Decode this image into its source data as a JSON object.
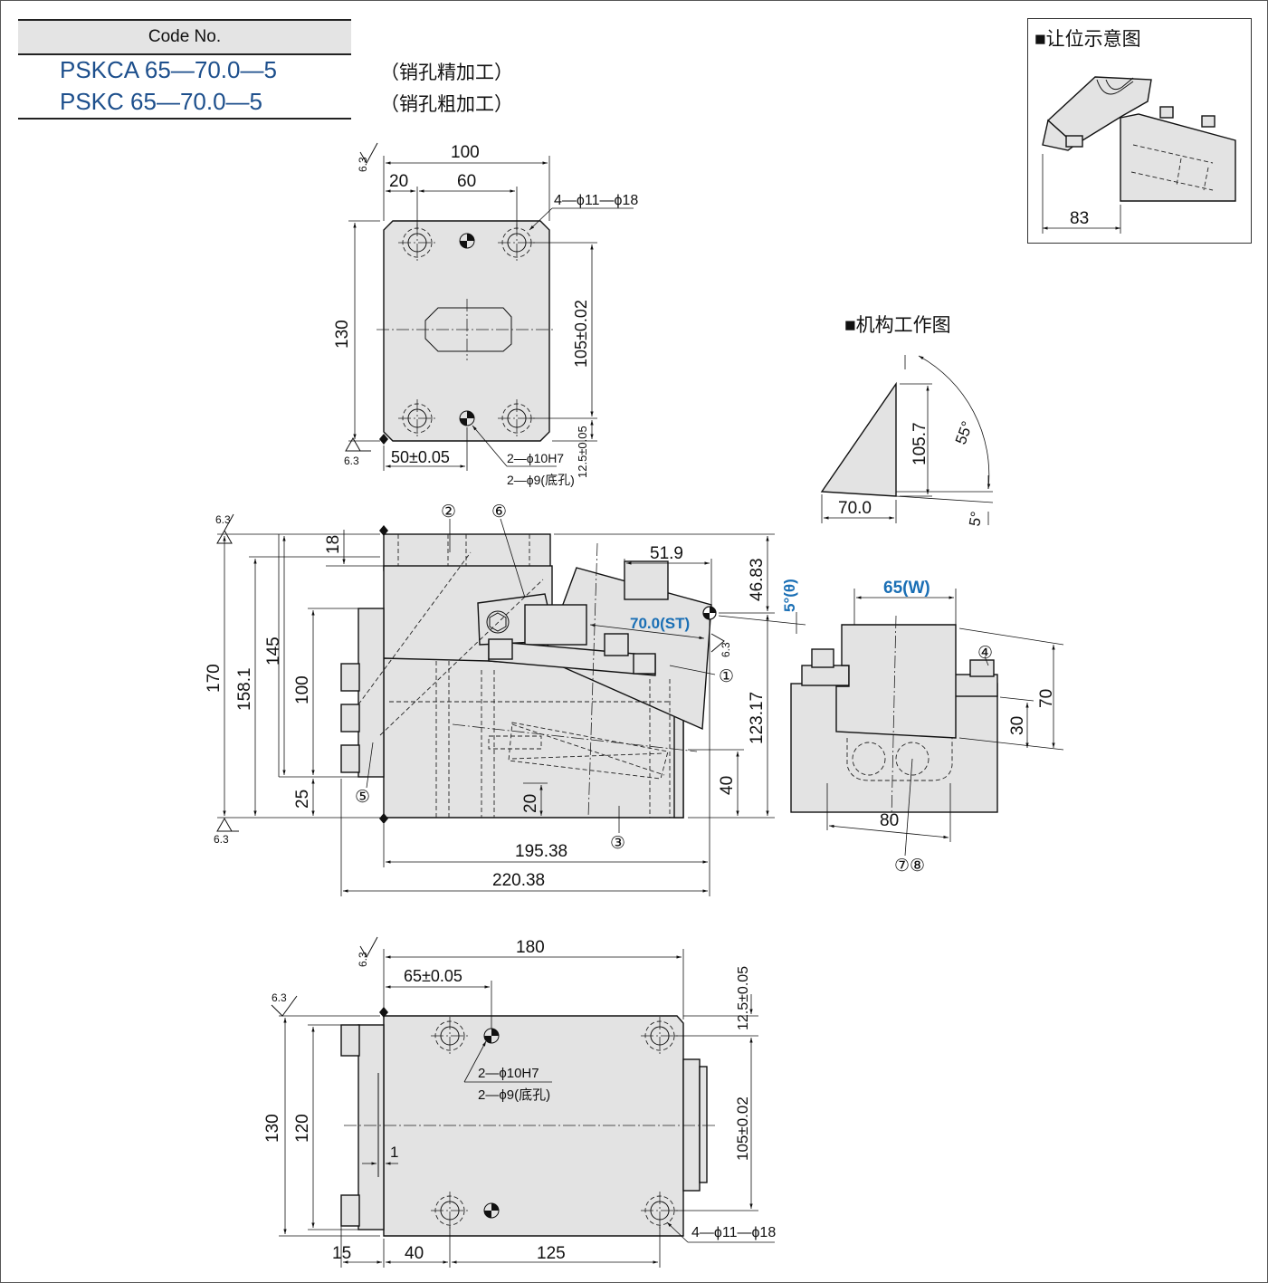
{
  "code_table": {
    "header": "Code No.",
    "rows": [
      {
        "code": "PSKCA 65—70.0—5",
        "note": "（销孔精加工）"
      },
      {
        "code": "PSKC 65—70.0—5",
        "note": "（销孔粗加工）"
      }
    ]
  },
  "inset": {
    "title": "■让位示意图",
    "dim_83": "83"
  },
  "mechanism": {
    "title": "■机构工作图",
    "d_105_7": "105.7",
    "d_70_0": "70.0",
    "a_55": "55°",
    "a_5": "5°"
  },
  "top_view": {
    "d100": "100",
    "d20": "20",
    "d60": "60",
    "d130": "130",
    "d105": "105±0.02",
    "d50": "50±0.05",
    "d12_5": "12.5±0.05",
    "holes": "4—ϕ11—ϕ18",
    "pin_1": "2—ϕ10H7",
    "pin_2": "2—ϕ9(底孔)",
    "roughness": "6.3"
  },
  "front_view": {
    "d170": "170",
    "d158_1": "158.1",
    "d145": "145",
    "d100": "100",
    "d25": "25",
    "d18": "18",
    "d51_9": "51.9",
    "d46_83": "46.83",
    "d123_17": "123.17",
    "d40": "40",
    "d20": "20",
    "d195_38": "195.38",
    "d220_38": "220.38",
    "angle": "5°(θ)",
    "stroke": "70.0(ST)",
    "callouts": [
      "①",
      "②",
      "③",
      "④",
      "⑤",
      "⑥",
      "⑦⑧"
    ]
  },
  "side_view": {
    "width": "65(W)",
    "d70": "70",
    "d30": "30",
    "d80": "80"
  },
  "bottom_view": {
    "d180": "180",
    "d65": "65±0.05",
    "d12_5": "12.5±0.05",
    "d130": "130",
    "d120": "120",
    "d105": "105±0.02",
    "d1": "1",
    "d15": "15",
    "d40": "40",
    "d125": "125",
    "holes": "4—ϕ11—ϕ18",
    "pin_1": "2—ϕ10H7",
    "pin_2": "2—ϕ9(底孔)"
  }
}
